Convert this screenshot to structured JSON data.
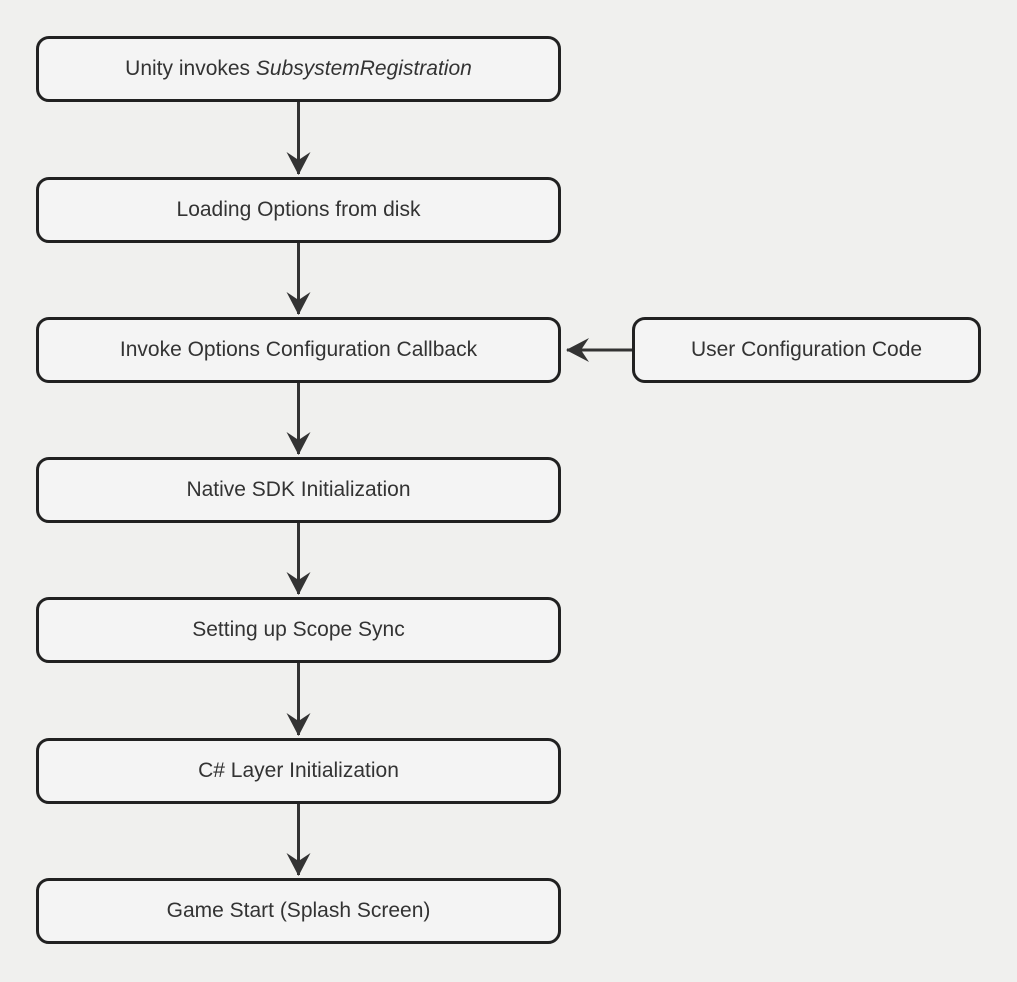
{
  "theme": {
    "background": "#f0f0ee",
    "node_fill": "#f4f4f4",
    "node_border": "#212121",
    "edge_color": "#333333",
    "text_color": "#333333"
  },
  "flowchart": {
    "nodes": [
      {
        "id": "unity-invokes",
        "label_prefix": "Unity invokes ",
        "label_italic": "SubsystemRegistration"
      },
      {
        "id": "loading-options",
        "label": "Loading Options from disk"
      },
      {
        "id": "invoke-options-callback",
        "label": "Invoke Options Configuration Callback"
      },
      {
        "id": "native-sdk-init",
        "label": "Native SDK Initialization"
      },
      {
        "id": "scope-sync",
        "label": "Setting up Scope Sync"
      },
      {
        "id": "csharp-layer-init",
        "label": "C# Layer Initialization"
      },
      {
        "id": "game-start",
        "label": "Game Start (Splash Screen)"
      },
      {
        "id": "user-configuration-code",
        "label": "User Configuration Code"
      }
    ],
    "edges": [
      {
        "from": "Unity invokes SubsystemRegistration",
        "to": "Loading Options from disk"
      },
      {
        "from": "Loading Options from disk",
        "to": "Invoke Options Configuration Callback"
      },
      {
        "from": "Invoke Options Configuration Callback",
        "to": "Native SDK Initialization"
      },
      {
        "from": "Native SDK Initialization",
        "to": "Setting up Scope Sync"
      },
      {
        "from": "Setting up Scope Sync",
        "to": "C# Layer Initialization"
      },
      {
        "from": "C# Layer Initialization",
        "to": "Game Start (Splash Screen)"
      },
      {
        "from": "User Configuration Code",
        "to": "Invoke Options Configuration Callback"
      }
    ]
  }
}
